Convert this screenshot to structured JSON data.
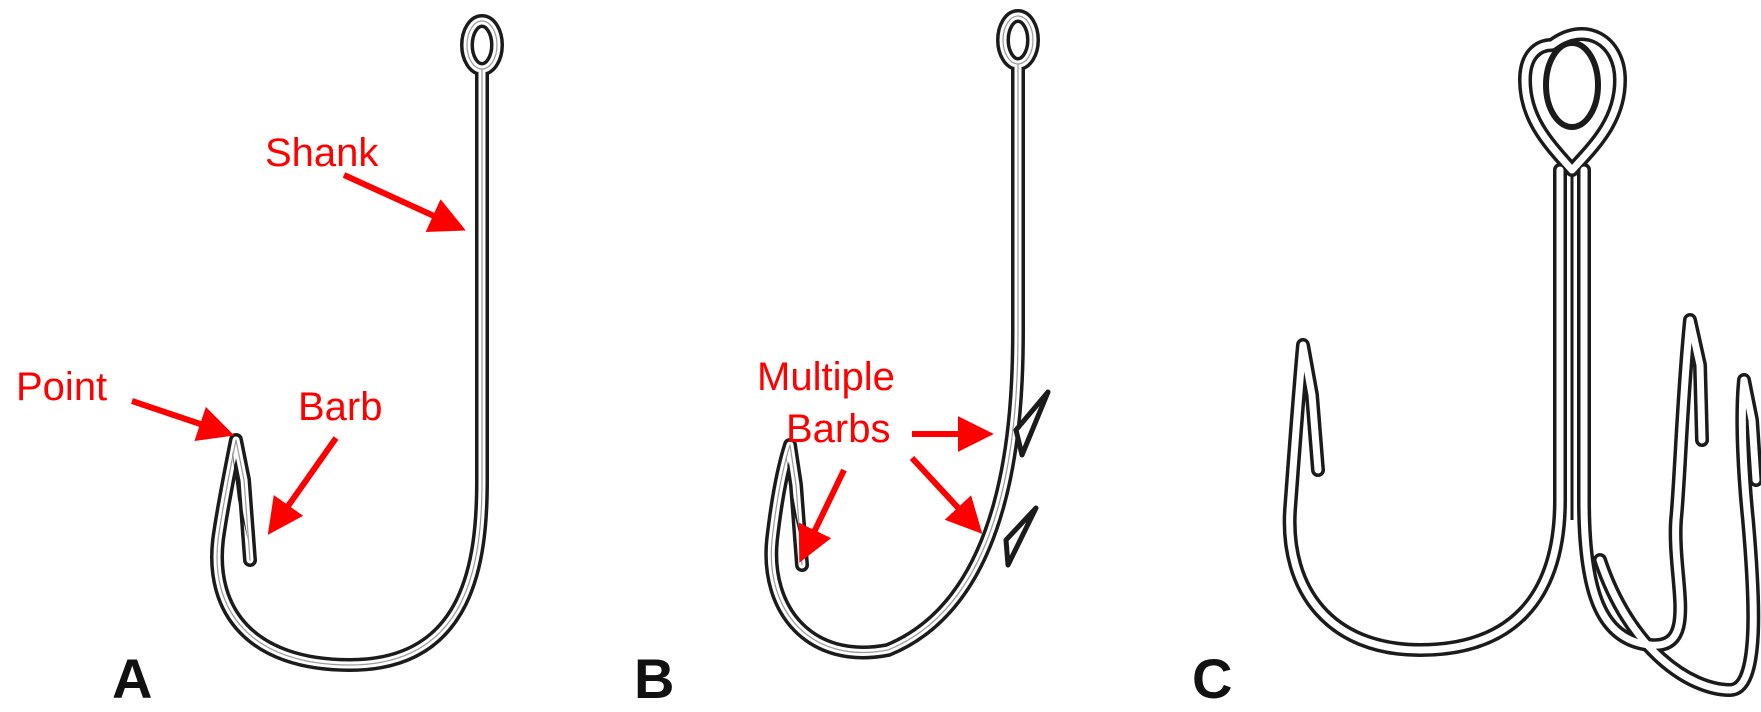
{
  "panels": [
    {
      "letter": "A",
      "labels": {
        "shank": "Shank",
        "point": "Point",
        "barb": "Barb"
      }
    },
    {
      "letter": "B",
      "labels": {
        "multiple_barbs_line1": "Multiple",
        "multiple_barbs_line2": "Barbs"
      }
    },
    {
      "letter": "C"
    }
  ],
  "colors": {
    "annotation": "#ff0000",
    "hook_outline": "#1b1b1b",
    "background": "#ffffff"
  }
}
